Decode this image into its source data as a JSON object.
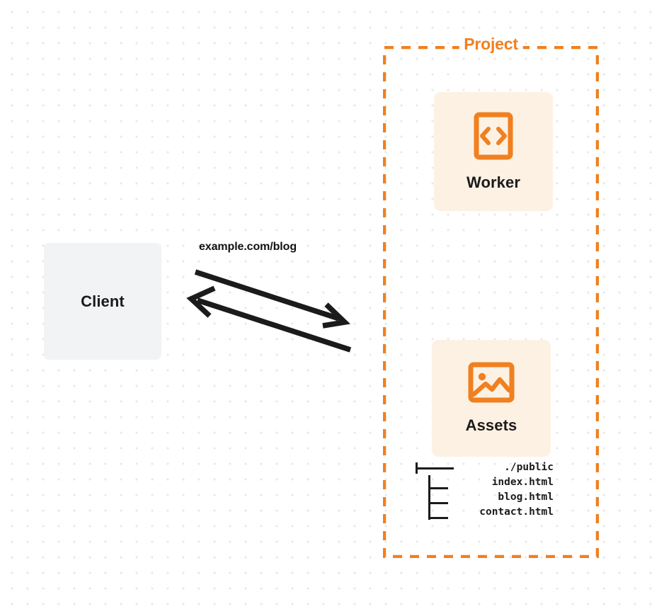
{
  "diagram": {
    "title": "Client to Project request flow",
    "background": {
      "color": "#ffffff",
      "dot_color": "#e7e8ea"
    },
    "colors": {
      "orange": "#f08020",
      "card_background": "#fdf1e4",
      "client_background": "#f2f3f5",
      "text": "#1b1b1b"
    },
    "client": {
      "label": "Client",
      "icon": "client-box"
    },
    "connection": {
      "label": "example.com/blog",
      "request_direction": "client-to-project",
      "response_direction": "project-to-client"
    },
    "project": {
      "title": "Project",
      "border_style": "dashed",
      "services": [
        {
          "label": "Worker",
          "icon": "code-brackets-icon"
        },
        {
          "label": "Assets",
          "icon": "image-icon"
        }
      ],
      "file_tree": {
        "root": "./public",
        "files": [
          "index.html",
          "blog.html",
          "contact.html"
        ]
      }
    }
  }
}
